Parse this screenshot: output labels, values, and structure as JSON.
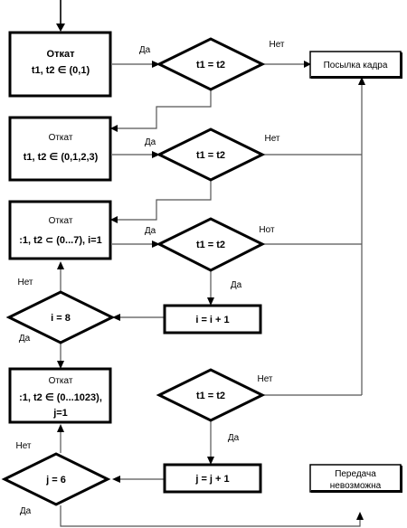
{
  "blocks": {
    "b1": {
      "line1": "Откат",
      "line2": "t1, t2 ∈ (0,1)"
    },
    "b2": {
      "line1": "Откат",
      "line2": "t1, t2 ∈ (0,1,2,3)"
    },
    "b3": {
      "line1": "Откат",
      "line2": ":1, t2 ⊂ (0...7), i=1"
    },
    "b4": {
      "line1": "Откат",
      "line2": ":1, t2 ∈ (0...1023),",
      "line3": "j=1"
    },
    "inc_i": "i = i + 1",
    "inc_j": "j = j + 1"
  },
  "decisions": {
    "d1": "t1 = t2",
    "d2": "t1 = t2",
    "d3": "t1 = t2",
    "d4": "t1 = t2",
    "di": "i = 8",
    "dj": "j = 6"
  },
  "terminals": {
    "send": "Посылка кадра",
    "fail_line1": "Передача",
    "fail_line2": "невозможна"
  },
  "labels": {
    "yes": "Да",
    "no": "Нет",
    "no_alt": "Нот"
  }
}
